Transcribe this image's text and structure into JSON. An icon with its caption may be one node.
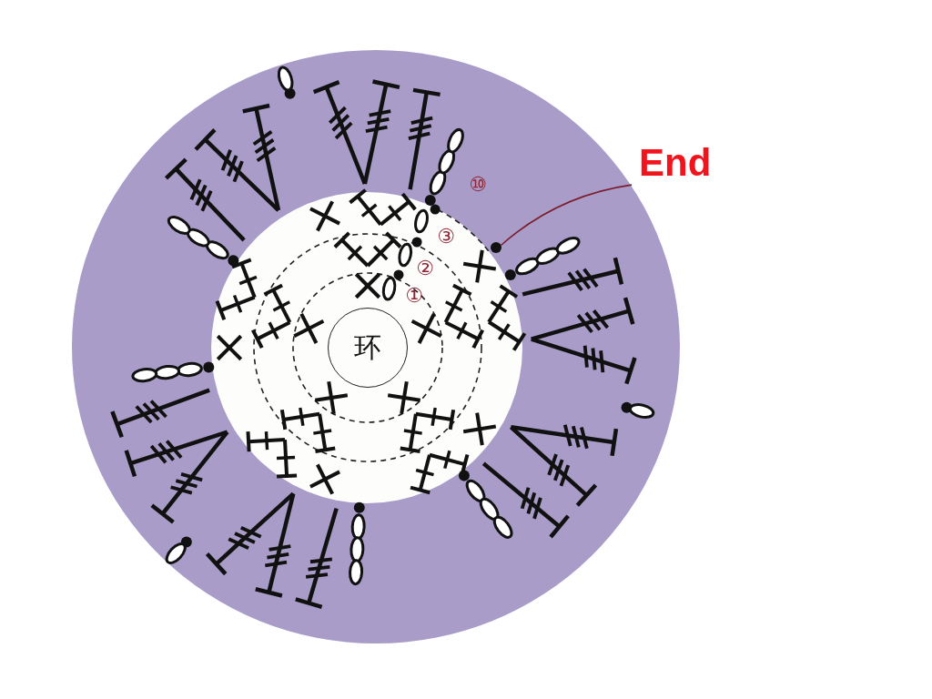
{
  "diagram": {
    "nodes": [
      {
        "text": [
          "End"
        ]
      },
      {
        "text": [],
        "shape": "circle"
      },
      {
        "text": [
          "环"
        ]
      }
    ],
    "edges": [
      {
        "from": 0,
        "to": 1,
        "arrow": "none"
      }
    ],
    "labels": [
      "⑩",
      "③",
      "②",
      "①"
    ]
  }
}
